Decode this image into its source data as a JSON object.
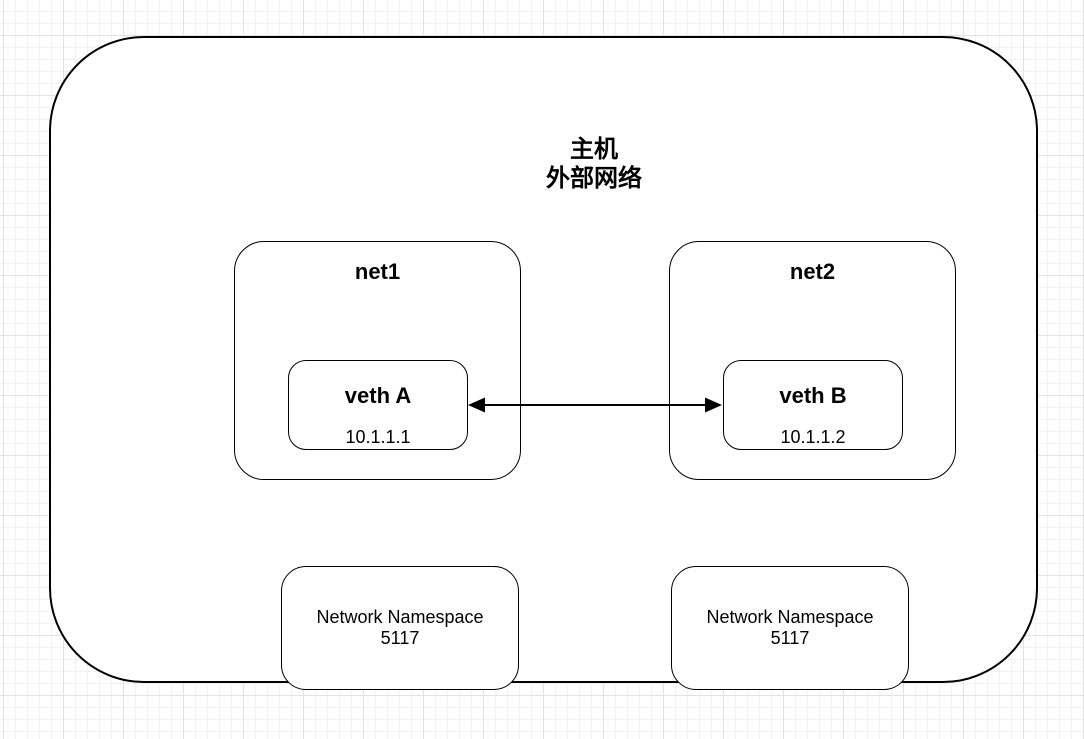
{
  "diagram": {
    "host": {
      "title_line1": "主机",
      "title_line2": "外部网络"
    },
    "nets": [
      {
        "label": "net1",
        "veth_name": "veth A",
        "veth_ip": "10.1.1.1"
      },
      {
        "label": "net2",
        "veth_name": "veth B",
        "veth_ip": "10.1.1.2"
      }
    ],
    "namespace_boxes": [
      {
        "line1": "Network Namespace",
        "line2": "5117"
      },
      {
        "line1": "Network Namespace",
        "line2": "5117"
      }
    ],
    "connection": {
      "type": "bidirectional-arrow",
      "from": "veth A",
      "to": "veth B"
    },
    "colors": {
      "stroke": "#000000",
      "fill": "#ffffff",
      "text": "#000000",
      "grid_minor": "#f2f2f2",
      "grid_major": "#e2e2e2"
    }
  }
}
